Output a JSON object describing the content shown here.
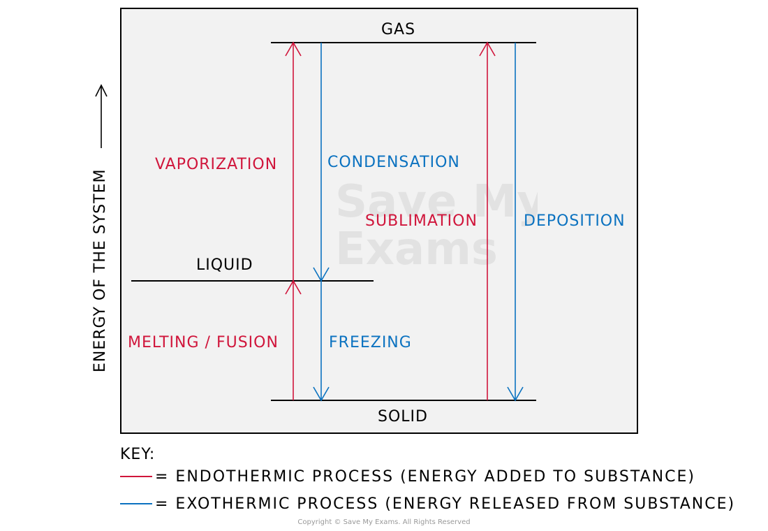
{
  "states": {
    "gas": "GAS",
    "liquid": "LIQUID",
    "solid": "SOLID"
  },
  "processes": {
    "vaporization": "VAPORIZATION",
    "condensation": "CONDENSATION",
    "sublimation": "SUBLIMATION",
    "deposition": "DEPOSITION",
    "melting": "MELTING / FUSION",
    "freezing": "FREEZING"
  },
  "axis": {
    "label": "ENERGY OF THE SYSTEM"
  },
  "key": {
    "title": "KEY:",
    "endothermic": "= ENDOTHERMIC  PROCESS (ENERGY  ADDED  TO  SUBSTANCE)",
    "exothermic": "= EXOTHERMIC  PROCESS (ENERGY  RELEASED  FROM  SUBSTANCE)"
  },
  "watermark": {
    "line1": "Save My",
    "line2": "Exams"
  },
  "copyright": "Copyright © Save My Exams. All Rights Reserved",
  "colors": {
    "endothermic": "#d0153b",
    "exothermic": "#0b72c0",
    "panel": "#f2f2f2"
  }
}
